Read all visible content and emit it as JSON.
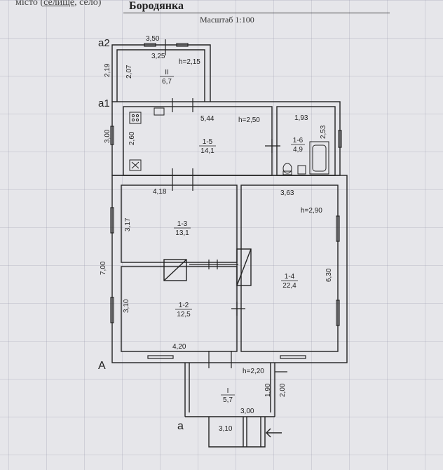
{
  "header": {
    "place_prefix": "місто (",
    "place_underlined": "селище",
    "place_suffix": ", село)",
    "city": "Бородянка",
    "scale": "Масштаб 1:100"
  },
  "axes": {
    "a2": "a2",
    "a1": "a1",
    "A": "A",
    "a": "a"
  },
  "dims": {
    "a2_top": "3,50",
    "a2_inner": "3,25",
    "a2_h": "h=2,15",
    "a2_left_outer": "2,19",
    "a2_left_inner": "2,07",
    "a1_kitchen_w": "5,44",
    "a1_h": "h=2,50",
    "a1_left_outer": "3,00",
    "a1_left_inner": "2,60",
    "a1_bath_w": "1,93",
    "a1_bath_h": "2,53",
    "A_room13_w": "4,18",
    "A_room14_w": "3,63",
    "A_h": "h=2,90",
    "A_room13_h": "3,17",
    "A_left_outer": "7,00",
    "A_room14_h": "6,30",
    "A_room12_h": "3,10",
    "A_room12_w": "4,20",
    "porch_h": "h=2,20",
    "porch_r_inner": "1,90",
    "porch_r_outer": "2,00",
    "porch_w": "3,00",
    "steps_w": "3,10"
  },
  "rooms": {
    "II": {
      "num": "II",
      "area": "6,7"
    },
    "r15": {
      "num": "1-5",
      "area": "14,1"
    },
    "r16": {
      "num": "1-6",
      "area": "4,9"
    },
    "r13": {
      "num": "1-3",
      "area": "13,1"
    },
    "r14": {
      "num": "1-4",
      "area": "22,4"
    },
    "r12": {
      "num": "1-2",
      "area": "12,5"
    },
    "I": {
      "num": "I",
      "area": "5,7"
    }
  },
  "colors": {
    "ink": "#222222",
    "paper": "#e6e6ea",
    "grid": "#9c9cae"
  }
}
